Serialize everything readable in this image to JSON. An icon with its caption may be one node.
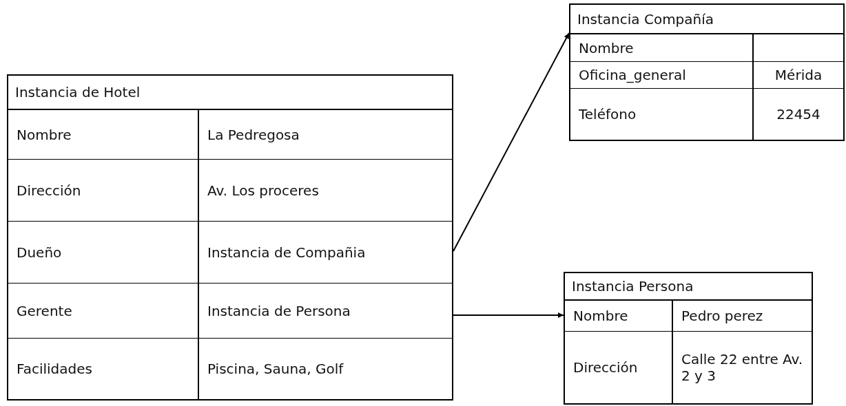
{
  "diagram": {
    "nodes": [
      {
        "text": [
          "Instancia de Hotel"
        ]
      },
      {
        "text": [
          "Instancia Compañía"
        ]
      },
      {
        "text": [
          "Instancia Persona"
        ]
      }
    ],
    "edges": [
      {
        "from": 0,
        "to": 1,
        "arrow": "to"
      },
      {
        "from": 0,
        "to": 2,
        "arrow": "to"
      }
    ],
    "labels": [
      "Nombre",
      "La Pedregosa",
      "Dirección",
      "Av. Los proceres",
      "Dueño",
      "Instancia de Compañia",
      "Gerente",
      "Instancia de Persona",
      "Facilidades",
      "Piscina, Sauna, Golf",
      "Nombre",
      "Oficina_general",
      "Mérida",
      "Teléfono",
      "22454",
      "Nombre",
      "Pedro perez",
      "Dirección",
      "Calle 22 entre Av. 2 y 3"
    ]
  }
}
